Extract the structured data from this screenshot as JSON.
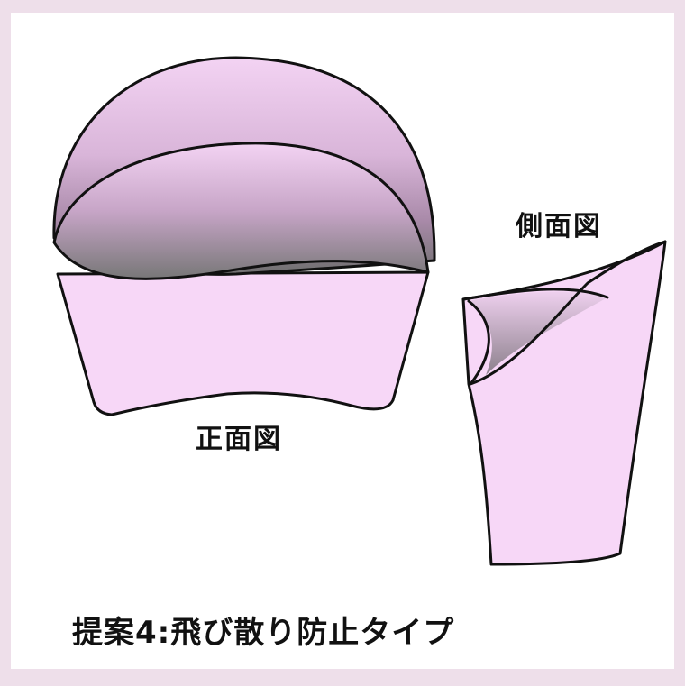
{
  "colors": {
    "background": "#EEDFEA",
    "panel": "#FFFFFF",
    "body_fill": "#F7D7F7",
    "outline": "#111111",
    "shade_light": "#E6C6E6",
    "shade_dark": "#777777"
  },
  "labels": {
    "front_view": "正面図",
    "side_view": "側面図",
    "caption": "提案4:飛び散り防止タイプ"
  }
}
